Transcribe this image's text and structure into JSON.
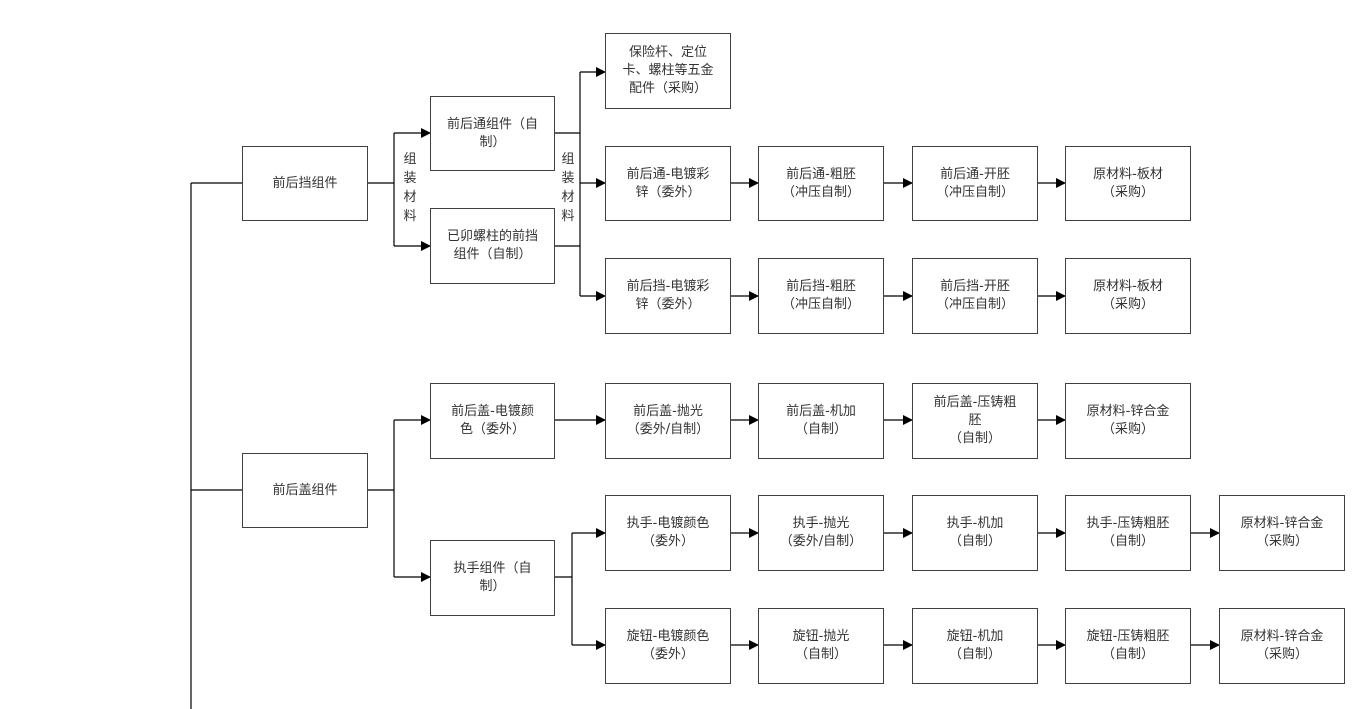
{
  "diagram": {
    "line_color": "#000000",
    "box_border_color": "#404040",
    "assembly_labels": {
      "left": "组\n装\n材\n料",
      "right": "组\n装\n材\n料"
    },
    "level1": {
      "front_rear_guard": "前后挡组件",
      "front_rear_cover": "前后盖组件"
    },
    "level2": {
      "front_rear_pass": "前后通组件（自\n制）",
      "riveted_guard": "已卯螺柱的前挡\n组件（自制）",
      "cover_plating": "前后盖-电镀颜\n色（委外）",
      "handle_assembly": "执手组件（自\n制）"
    },
    "hardware": "保险杆、定位\n卡、螺柱等五金\n配件（采购）",
    "rows": {
      "pass": [
        "前后通-电镀彩\n锌（委外）",
        "前后通-粗胚\n（冲压自制）",
        "前后通-开胚\n（冲压自制）",
        "原材料-板材\n（采购）"
      ],
      "guard": [
        "前后挡-电镀彩\n锌（委外）",
        "前后挡-粗胚\n（冲压自制）",
        "前后挡-开胚\n（冲压自制）",
        "原材料-板材\n（采购）"
      ],
      "cover": [
        "前后盖-抛光\n（委外/自制）",
        "前后盖-机加\n（自制）",
        "前后盖-压铸粗\n胚\n（自制）",
        "原材料-锌合金\n（采购）"
      ],
      "handle": [
        "执手-电镀颜色\n（委外）",
        "执手-抛光\n（委外/自制）",
        "执手-机加\n（自制）",
        "执手-压铸粗胚\n（自制）",
        "原材料-锌合金\n（采购）"
      ],
      "knob": [
        "旋钮-电镀颜色\n（委外）",
        "旋钮-抛光\n（自制）",
        "旋钮-机加\n（自制）",
        "旋钮-压铸粗胚\n（自制）",
        "原材料-锌合金\n（采购）"
      ]
    }
  }
}
